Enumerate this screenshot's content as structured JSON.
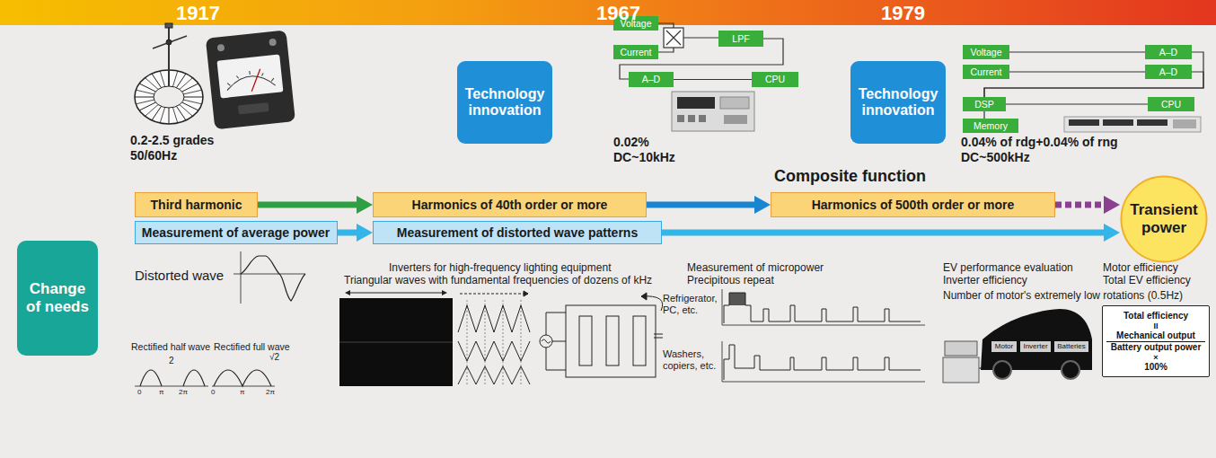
{
  "diagram": {
    "nodes": [
      {
        "text": [
          "Technology innovation"
        ]
      },
      {
        "text": [
          "Voltage"
        ]
      },
      {
        "text": [
          "Current"
        ]
      },
      {
        "text": [
          "LPF"
        ]
      },
      {
        "text": [
          "A–D"
        ]
      },
      {
        "text": [
          "CPU"
        ]
      },
      {
        "text": [
          "Technology innovation"
        ]
      },
      {
        "text": [
          "Voltage"
        ]
      },
      {
        "text": [
          "A–D"
        ]
      },
      {
        "text": [
          "Current"
        ]
      },
      {
        "text": [
          "A–D"
        ]
      },
      {
        "text": [
          "DSP"
        ]
      },
      {
        "text": [
          "CPU"
        ]
      },
      {
        "text": [
          "Memory"
        ]
      },
      {
        "text": [
          "Change of needs"
        ]
      },
      {
        "text": [
          "Third harmonic"
        ]
      },
      {
        "text": [
          "Harmonics of 40th order or more"
        ]
      },
      {
        "text": [
          "Harmonics of 500th order or more"
        ]
      },
      {
        "text": [
          "Transient power"
        ]
      },
      {
        "text": [
          "Measurement of average power"
        ]
      },
      {
        "text": [
          "Measurement of distorted wave patterns"
        ]
      },
      {
        "text": [
          "Total efficiency",
          "II",
          "Mechanical output",
          "Battery output power",
          "×",
          "100%"
        ]
      }
    ],
    "edges": [
      {
        "from": 15,
        "to": 16,
        "arrow": "to"
      },
      {
        "from": 16,
        "to": 17,
        "arrow": "to"
      },
      {
        "from": 17,
        "to": 18,
        "arrow": "to"
      },
      {
        "from": 19,
        "to": 20,
        "arrow": "to"
      },
      {
        "from": 20,
        "to": 18,
        "arrow": "to"
      },
      {
        "from": 3,
        "to": 4,
        "arrow": "none"
      },
      {
        "from": 4,
        "to": 5,
        "arrow": "none"
      },
      {
        "from": 7,
        "to": 8,
        "arrow": "none"
      },
      {
        "from": 9,
        "to": 10,
        "arrow": "none"
      },
      {
        "from": 8,
        "to": 11,
        "arrow": "none"
      },
      {
        "from": 10,
        "to": 11,
        "arrow": "none"
      },
      {
        "from": 11,
        "to": 12,
        "arrow": "none"
      },
      {
        "from": 11,
        "to": 13,
        "arrow": "none"
      }
    ],
    "labels": [
      "1917",
      "1967",
      "1979",
      "0.2-2.5 grades",
      "50/60Hz",
      "0.02%",
      "DC~10kHz",
      "0.04% of rdg+0.04% of rng",
      "DC~500kHz",
      "Composite function",
      "Distorted wave",
      "Rectified half wave",
      "Rectified full wave",
      "2",
      "√2",
      "0",
      "π",
      "2π",
      "0",
      "π",
      "2π",
      "Inverters for high-frequency lighting equipment",
      "Triangular waves with fundamental frequencies of dozens of kHz",
      "Measurement of micropower",
      "Precipitous repeat",
      "Refrigerator, PC, etc.",
      "Washers, copiers, etc.",
      "EV performance evaluation",
      "Inverter efficiency",
      "Motor efficiency",
      "Total EV efficiency",
      "Number of motor's extremely low rotations (0.5Hz)",
      "Motor",
      "Inverter",
      "Batteries"
    ]
  }
}
